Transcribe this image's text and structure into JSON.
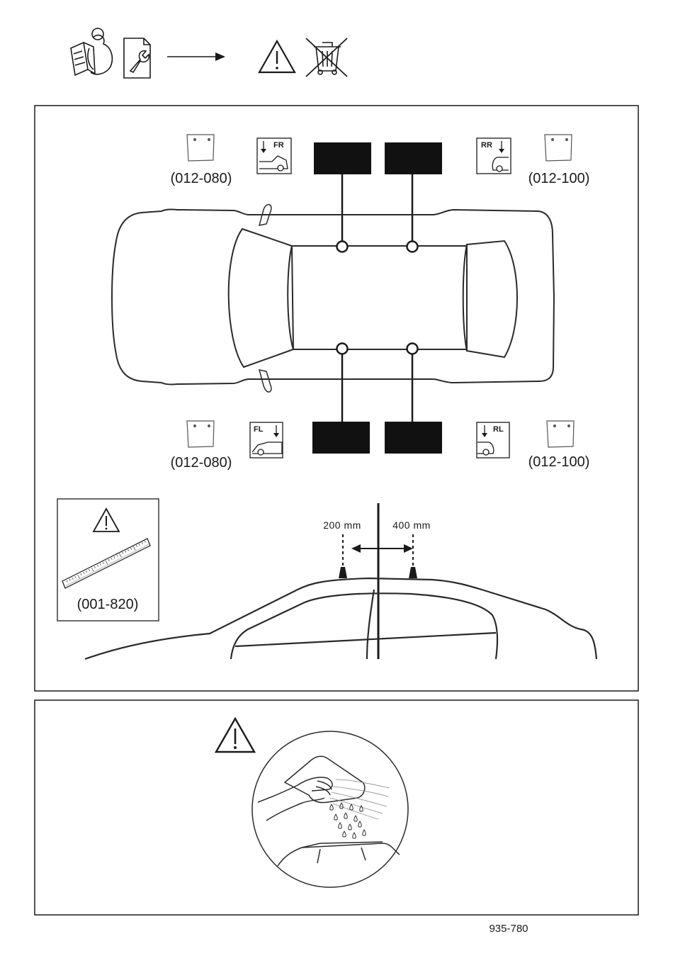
{
  "header": {
    "icons": [
      "manual-reading-icon",
      "wrench-document-icon",
      "arrow-right-icon",
      "warning-icon",
      "crossed-bin-icon"
    ]
  },
  "panel_top": {
    "parts": {
      "fr_left_code": "(012-080)",
      "rr_right_code": "(012-100)",
      "fl_left_code": "(012-080)",
      "rl_right_code": "(012-100)"
    },
    "tags": {
      "fr": "FR",
      "rr": "RR",
      "fl": "FL",
      "rl": "RL"
    },
    "ruler_code": "(001-820)",
    "measure": {
      "front": "200 mm",
      "rear": "400 mm"
    }
  },
  "panel_bottom": {
    "icons": [
      "warning-icon",
      "clean-roof-illustration"
    ]
  },
  "footer": {
    "doc_number": "935-780"
  }
}
